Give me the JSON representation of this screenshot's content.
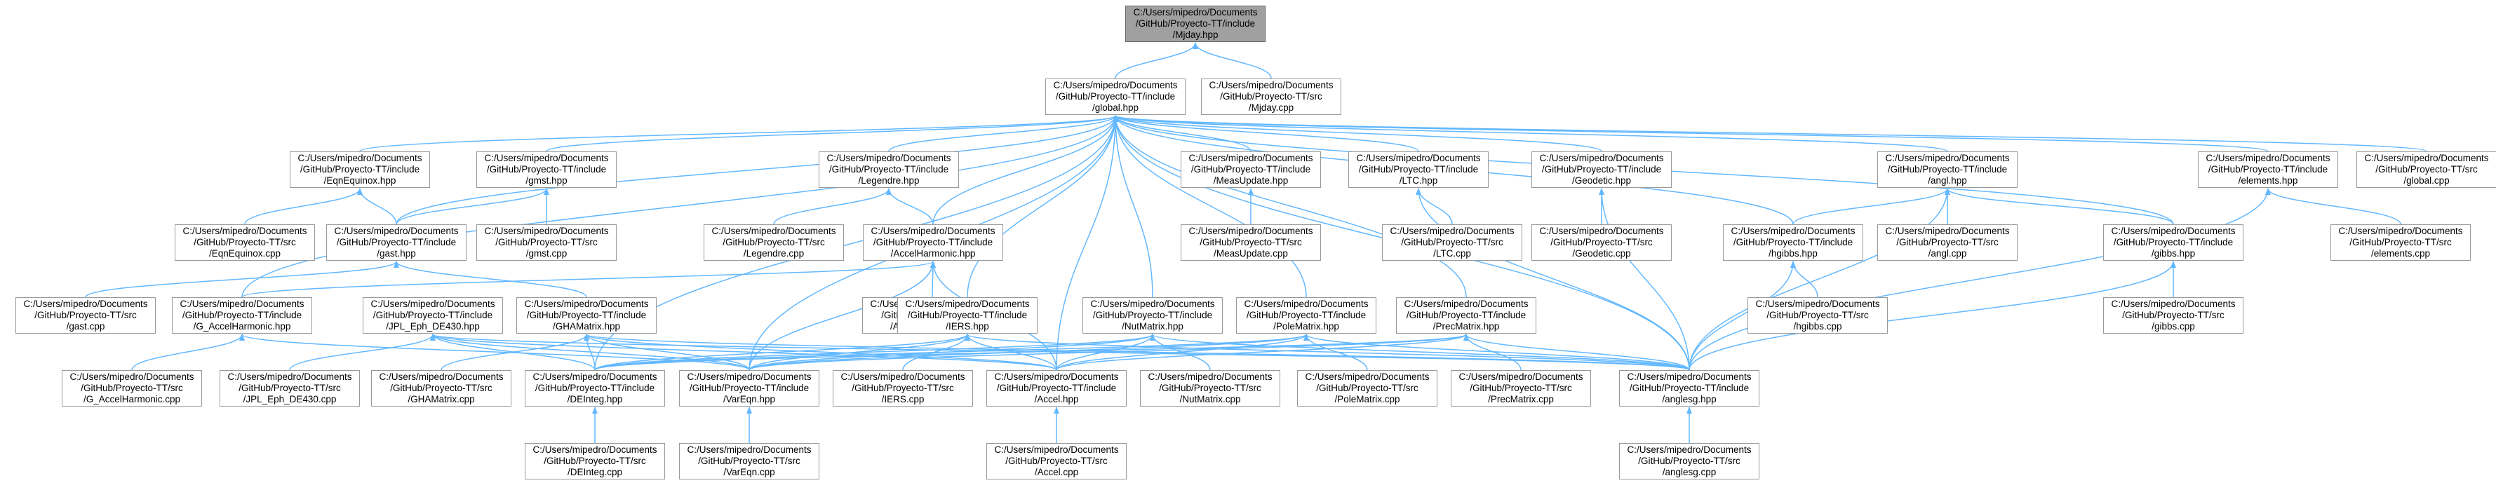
{
  "colors": {
    "edge": "#63b8ff",
    "border": "#999999",
    "root_fill": "#a0a0a0",
    "node_fill": "#ffffff"
  },
  "nodes": {
    "mjday_hpp": [
      "C:/Users/mipedro/Documents",
      "/GitHub/Proyecto-TT/include",
      "/Mjday.hpp"
    ],
    "global_hpp": [
      "C:/Users/mipedro/Documents",
      "/GitHub/Proyecto-TT/include",
      "/global.hpp"
    ],
    "mjday_cpp": [
      "C:/Users/mipedro/Documents",
      "/GitHub/Proyecto-TT/src",
      "/Mjday.cpp"
    ],
    "eqnequinox_hpp": [
      "C:/Users/mipedro/Documents",
      "/GitHub/Proyecto-TT/include",
      "/EqnEquinox.hpp"
    ],
    "gmst_hpp": [
      "C:/Users/mipedro/Documents",
      "/GitHub/Proyecto-TT/include",
      "/gmst.hpp"
    ],
    "legendre_hpp": [
      "C:/Users/mipedro/Documents",
      "/GitHub/Proyecto-TT/include",
      "/Legendre.hpp"
    ],
    "measupdate_hpp": [
      "C:/Users/mipedro/Documents",
      "/GitHub/Proyecto-TT/include",
      "/MeasUpdate.hpp"
    ],
    "ltc_hpp": [
      "C:/Users/mipedro/Documents",
      "/GitHub/Proyecto-TT/include",
      "/LTC.hpp"
    ],
    "geodetic_hpp": [
      "C:/Users/mipedro/Documents",
      "/GitHub/Proyecto-TT/include",
      "/Geodetic.hpp"
    ],
    "angl_hpp": [
      "C:/Users/mipedro/Documents",
      "/GitHub/Proyecto-TT/include",
      "/angl.hpp"
    ],
    "elements_hpp": [
      "C:/Users/mipedro/Documents",
      "/GitHub/Proyecto-TT/include",
      "/elements.hpp"
    ],
    "global_cpp": [
      "C:/Users/mipedro/Documents",
      "/GitHub/Proyecto-TT/src",
      "/global.cpp"
    ],
    "eqnequinox_cpp": [
      "C:/Users/mipedro/Documents",
      "/GitHub/Proyecto-TT/src",
      "/EqnEquinox.cpp"
    ],
    "gast_hpp": [
      "C:/Users/mipedro/Documents",
      "/GitHub/Proyecto-TT/include",
      "/gast.hpp"
    ],
    "gmst_cpp": [
      "C:/Users/mipedro/Documents",
      "/GitHub/Proyecto-TT/src",
      "/gmst.cpp"
    ],
    "legendre_cpp": [
      "C:/Users/mipedro/Documents",
      "/GitHub/Proyecto-TT/src",
      "/Legendre.cpp"
    ],
    "accelharmonic_hpp": [
      "C:/Users/mipedro/Documents",
      "/GitHub/Proyecto-TT/include",
      "/AccelHarmonic.hpp"
    ],
    "measupdate_cpp": [
      "C:/Users/mipedro/Documents",
      "/GitHub/Proyecto-TT/src",
      "/MeasUpdate.cpp"
    ],
    "ltc_cpp": [
      "C:/Users/mipedro/Documents",
      "/GitHub/Proyecto-TT/src",
      "/LTC.cpp"
    ],
    "geodetic_cpp": [
      "C:/Users/mipedro/Documents",
      "/GitHub/Proyecto-TT/src",
      "/Geodetic.cpp"
    ],
    "hgibbs_hpp": [
      "C:/Users/mipedro/Documents",
      "/GitHub/Proyecto-TT/include",
      "/hgibbs.hpp"
    ],
    "angl_cpp": [
      "C:/Users/mipedro/Documents",
      "/GitHub/Proyecto-TT/src",
      "/angl.cpp"
    ],
    "gibbs_hpp": [
      "C:/Users/mipedro/Documents",
      "/GitHub/Proyecto-TT/include",
      "/gibbs.hpp"
    ],
    "elements_cpp": [
      "C:/Users/mipedro/Documents",
      "/GitHub/Proyecto-TT/src",
      "/elements.cpp"
    ],
    "gast_cpp": [
      "C:/Users/mipedro/Documents",
      "/GitHub/Proyecto-TT/src",
      "/gast.cpp"
    ],
    "g_accelharmonic_hpp": [
      "C:/Users/mipedro/Documents",
      "/GitHub/Proyecto-TT/include",
      "/G_AccelHarmonic.hpp"
    ],
    "jpl_eph_hpp": [
      "C:/Users/mipedro/Documents",
      "/GitHub/Proyecto-TT/include",
      "/JPL_Eph_DE430.hpp"
    ],
    "ghamatrix_hpp": [
      "C:/Users/mipedro/Documents",
      "/GitHub/Proyecto-TT/include",
      "/GHAMatrix.hpp"
    ],
    "accelharmonic_cpp": [
      "C:/Users/mipedro/Documents",
      "/GitHub/Proyecto-TT/src",
      "/AccelHarmonic.cpp"
    ],
    "iers_hpp": [
      "C:/Users/mipedro/Documents",
      "/GitHub/Proyecto-TT/include",
      "/IERS.hpp"
    ],
    "nutmatrix_hpp": [
      "C:/Users/mipedro/Documents",
      "/GitHub/Proyecto-TT/include",
      "/NutMatrix.hpp"
    ],
    "polematrix_hpp": [
      "C:/Users/mipedro/Documents",
      "/GitHub/Proyecto-TT/include",
      "/PoleMatrix.hpp"
    ],
    "precmatrix_hpp": [
      "C:/Users/mipedro/Documents",
      "/GitHub/Proyecto-TT/include",
      "/PrecMatrix.hpp"
    ],
    "hgibbs_cpp": [
      "C:/Users/mipedro/Documents",
      "/GitHub/Proyecto-TT/src",
      "/hgibbs.cpp"
    ],
    "gibbs_cpp": [
      "C:/Users/mipedro/Documents",
      "/GitHub/Proyecto-TT/src",
      "/gibbs.cpp"
    ],
    "g_accelharmonic_cpp": [
      "C:/Users/mipedro/Documents",
      "/GitHub/Proyecto-TT/src",
      "/G_AccelHarmonic.cpp"
    ],
    "jpl_eph_cpp": [
      "C:/Users/mipedro/Documents",
      "/GitHub/Proyecto-TT/src",
      "/JPL_Eph_DE430.cpp"
    ],
    "ghamatrix_cpp": [
      "C:/Users/mipedro/Documents",
      "/GitHub/Proyecto-TT/src",
      "/GHAMatrix.cpp"
    ],
    "deinteg_hpp": [
      "C:/Users/mipedro/Documents",
      "/GitHub/Proyecto-TT/include",
      "/DEInteg.hpp"
    ],
    "vareqn_hpp": [
      "C:/Users/mipedro/Documents",
      "/GitHub/Proyecto-TT/include",
      "/VarEqn.hpp"
    ],
    "iers_cpp": [
      "C:/Users/mipedro/Documents",
      "/GitHub/Proyecto-TT/src",
      "/IERS.cpp"
    ],
    "accel_hpp": [
      "C:/Users/mipedro/Documents",
      "/GitHub/Proyecto-TT/include",
      "/Accel.hpp"
    ],
    "nutmatrix_cpp": [
      "C:/Users/mipedro/Documents",
      "/GitHub/Proyecto-TT/src",
      "/NutMatrix.cpp"
    ],
    "polematrix_cpp": [
      "C:/Users/mipedro/Documents",
      "/GitHub/Proyecto-TT/src",
      "/PoleMatrix.cpp"
    ],
    "precmatrix_cpp": [
      "C:/Users/mipedro/Documents",
      "/GitHub/Proyecto-TT/src",
      "/PrecMatrix.cpp"
    ],
    "anglesg_hpp": [
      "C:/Users/mipedro/Documents",
      "/GitHub/Proyecto-TT/include",
      "/anglesg.hpp"
    ],
    "deinteg_cpp": [
      "C:/Users/mipedro/Documents",
      "/GitHub/Proyecto-TT/src",
      "/DEInteg.cpp"
    ],
    "vareqn_cpp": [
      "C:/Users/mipedro/Documents",
      "/GitHub/Proyecto-TT/src",
      "/VarEqn.cpp"
    ],
    "accel_cpp": [
      "C:/Users/mipedro/Documents",
      "/GitHub/Proyecto-TT/src",
      "/Accel.cpp"
    ],
    "anglesg_cpp": [
      "C:/Users/mipedro/Documents",
      "/GitHub/Proyecto-TT/src",
      "/anglesg.cpp"
    ]
  },
  "edges": [
    [
      "global_hpp",
      "mjday_hpp"
    ],
    [
      "mjday_cpp",
      "mjday_hpp"
    ],
    [
      "eqnequinox_hpp",
      "global_hpp"
    ],
    [
      "gmst_hpp",
      "global_hpp"
    ],
    [
      "legendre_hpp",
      "global_hpp"
    ],
    [
      "measupdate_hpp",
      "global_hpp"
    ],
    [
      "ltc_hpp",
      "global_hpp"
    ],
    [
      "geodetic_hpp",
      "global_hpp"
    ],
    [
      "angl_hpp",
      "global_hpp"
    ],
    [
      "elements_hpp",
      "global_hpp"
    ],
    [
      "global_cpp",
      "global_hpp"
    ],
    [
      "gast_hpp",
      "global_hpp"
    ],
    [
      "accelharmonic_hpp",
      "global_hpp"
    ],
    [
      "hgibbs_hpp",
      "global_hpp"
    ],
    [
      "gibbs_hpp",
      "global_hpp"
    ],
    [
      "g_accelharmonic_hpp",
      "global_hpp"
    ],
    [
      "iers_hpp",
      "global_hpp"
    ],
    [
      "nutmatrix_hpp",
      "global_hpp"
    ],
    [
      "polematrix_hpp",
      "global_hpp"
    ],
    [
      "precmatrix_hpp",
      "global_hpp"
    ],
    [
      "deinteg_hpp",
      "global_hpp"
    ],
    [
      "vareqn_hpp",
      "global_hpp"
    ],
    [
      "accel_hpp",
      "global_hpp"
    ],
    [
      "anglesg_hpp",
      "global_hpp"
    ],
    [
      "eqnequinox_cpp",
      "eqnequinox_hpp"
    ],
    [
      "gast_hpp",
      "eqnequinox_hpp"
    ],
    [
      "gast_hpp",
      "gmst_hpp"
    ],
    [
      "gmst_cpp",
      "gmst_hpp"
    ],
    [
      "legendre_cpp",
      "legendre_hpp"
    ],
    [
      "accelharmonic_hpp",
      "legendre_hpp"
    ],
    [
      "measupdate_cpp",
      "measupdate_hpp"
    ],
    [
      "ltc_cpp",
      "ltc_hpp"
    ],
    [
      "anglesg_hpp",
      "ltc_hpp"
    ],
    [
      "geodetic_cpp",
      "geodetic_hpp"
    ],
    [
      "anglesg_hpp",
      "geodetic_hpp"
    ],
    [
      "hgibbs_hpp",
      "angl_hpp"
    ],
    [
      "angl_cpp",
      "angl_hpp"
    ],
    [
      "gibbs_hpp",
      "angl_hpp"
    ],
    [
      "anglesg_hpp",
      "angl_hpp"
    ],
    [
      "elements_cpp",
      "elements_hpp"
    ],
    [
      "anglesg_hpp",
      "elements_hpp"
    ],
    [
      "gast_cpp",
      "gast_hpp"
    ],
    [
      "ghamatrix_hpp",
      "gast_hpp"
    ],
    [
      "accelharmonic_cpp",
      "accelharmonic_hpp"
    ],
    [
      "g_accelharmonic_hpp",
      "accelharmonic_hpp"
    ],
    [
      "vareqn_hpp",
      "accelharmonic_hpp"
    ],
    [
      "accel_hpp",
      "accelharmonic_hpp"
    ],
    [
      "hgibbs_cpp",
      "hgibbs_hpp"
    ],
    [
      "anglesg_hpp",
      "hgibbs_hpp"
    ],
    [
      "gibbs_cpp",
      "gibbs_hpp"
    ],
    [
      "anglesg_hpp",
      "gibbs_hpp"
    ],
    [
      "g_accelharmonic_cpp",
      "g_accelharmonic_hpp"
    ],
    [
      "vareqn_hpp",
      "g_accelharmonic_hpp"
    ],
    [
      "jpl_eph_cpp",
      "jpl_eph_hpp"
    ],
    [
      "deinteg_hpp",
      "jpl_eph_hpp"
    ],
    [
      "vareqn_hpp",
      "jpl_eph_hpp"
    ],
    [
      "accel_hpp",
      "jpl_eph_hpp"
    ],
    [
      "anglesg_hpp",
      "jpl_eph_hpp"
    ],
    [
      "ghamatrix_cpp",
      "ghamatrix_hpp"
    ],
    [
      "deinteg_hpp",
      "ghamatrix_hpp"
    ],
    [
      "vareqn_hpp",
      "ghamatrix_hpp"
    ],
    [
      "accel_hpp",
      "ghamatrix_hpp"
    ],
    [
      "anglesg_hpp",
      "ghamatrix_hpp"
    ],
    [
      "iers_cpp",
      "iers_hpp"
    ],
    [
      "deinteg_hpp",
      "iers_hpp"
    ],
    [
      "vareqn_hpp",
      "iers_hpp"
    ],
    [
      "accel_hpp",
      "iers_hpp"
    ],
    [
      "anglesg_hpp",
      "iers_hpp"
    ],
    [
      "nutmatrix_cpp",
      "nutmatrix_hpp"
    ],
    [
      "deinteg_hpp",
      "nutmatrix_hpp"
    ],
    [
      "vareqn_hpp",
      "nutmatrix_hpp"
    ],
    [
      "accel_hpp",
      "nutmatrix_hpp"
    ],
    [
      "anglesg_hpp",
      "nutmatrix_hpp"
    ],
    [
      "polematrix_cpp",
      "polematrix_hpp"
    ],
    [
      "deinteg_hpp",
      "polematrix_hpp"
    ],
    [
      "vareqn_hpp",
      "polematrix_hpp"
    ],
    [
      "accel_hpp",
      "polematrix_hpp"
    ],
    [
      "anglesg_hpp",
      "polematrix_hpp"
    ],
    [
      "precmatrix_cpp",
      "precmatrix_hpp"
    ],
    [
      "deinteg_hpp",
      "precmatrix_hpp"
    ],
    [
      "vareqn_hpp",
      "precmatrix_hpp"
    ],
    [
      "accel_hpp",
      "precmatrix_hpp"
    ],
    [
      "anglesg_hpp",
      "precmatrix_hpp"
    ],
    [
      "deinteg_cpp",
      "deinteg_hpp"
    ],
    [
      "vareqn_cpp",
      "vareqn_hpp"
    ],
    [
      "accel_cpp",
      "accel_hpp"
    ],
    [
      "anglesg_cpp",
      "anglesg_hpp"
    ]
  ]
}
